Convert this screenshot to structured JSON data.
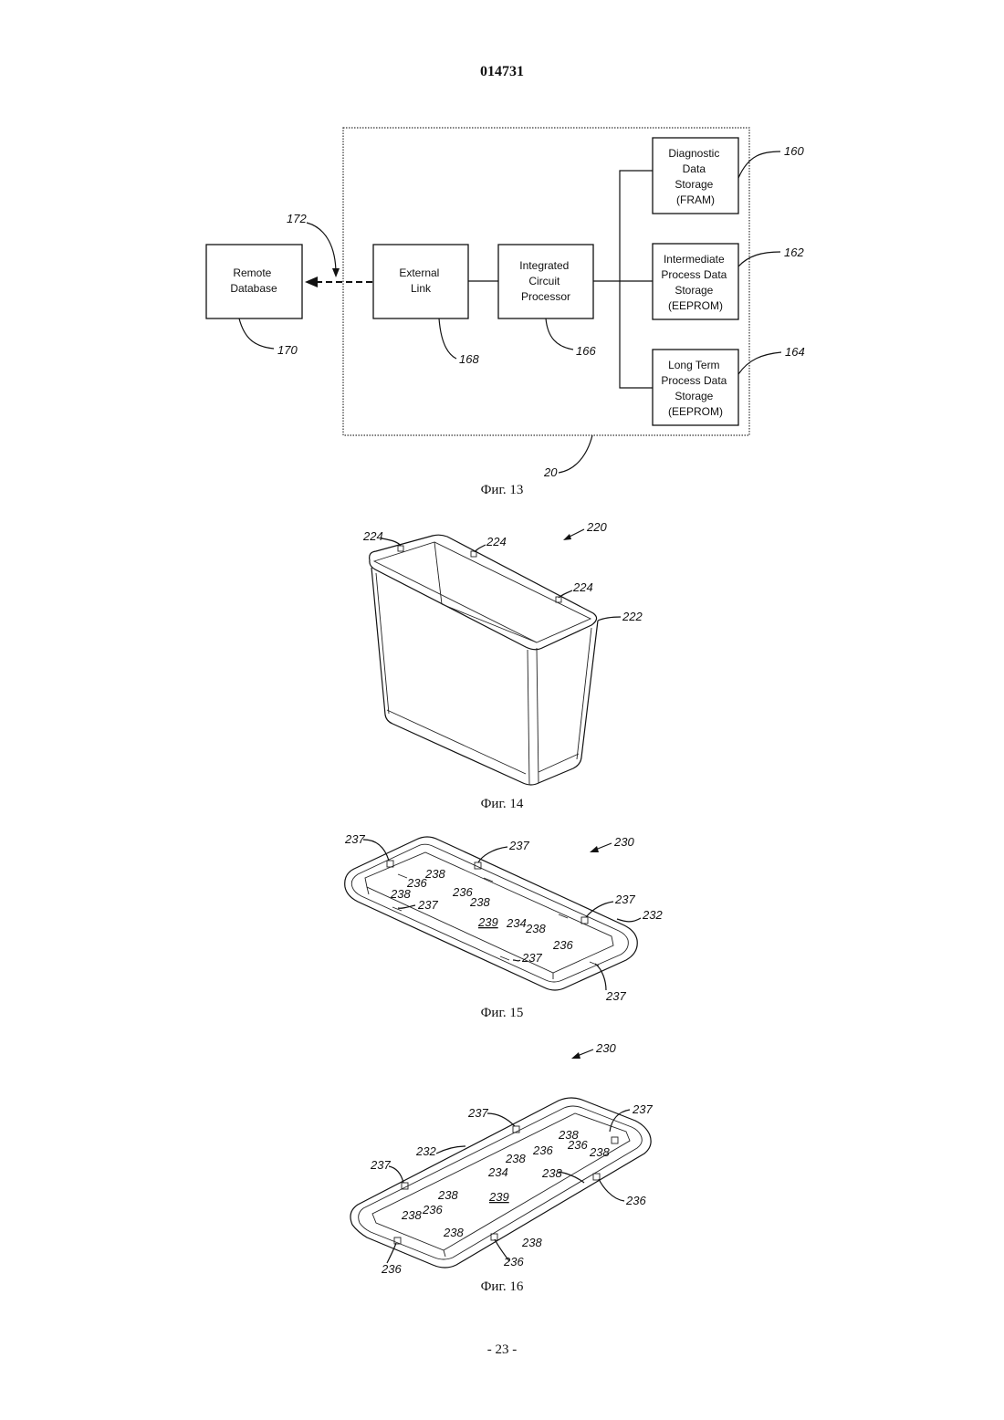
{
  "header": {
    "doc_number": "014731"
  },
  "footer": {
    "page_number": "- 23 -"
  },
  "figures": {
    "fig13": {
      "caption": "Фиг. 13",
      "boxes": {
        "remote_database": [
          "Remote",
          "Database"
        ],
        "external_link": [
          "External",
          "Link"
        ],
        "processor": [
          "Integrated",
          "Circuit",
          "Processor"
        ],
        "diagnostic": [
          "Diagnostic",
          "Data",
          "Storage",
          "(FRAM)"
        ],
        "intermediate": [
          "Intermediate",
          "Process Data",
          "Storage",
          "(EEPROM)"
        ],
        "long_term": [
          "Long Term",
          "Process Data",
          "Storage",
          "(EEPROM)"
        ]
      },
      "refs": {
        "r160": "160",
        "r162": "162",
        "r164": "164",
        "r166": "166",
        "r168": "168",
        "r170": "170",
        "r172": "172",
        "r20": "20"
      }
    },
    "fig14": {
      "caption": "Фиг. 14",
      "refs": {
        "r220": "220",
        "r222": "222",
        "r224": "224"
      }
    },
    "fig15": {
      "caption": "Фиг. 15",
      "refs": {
        "r230": "230",
        "r232": "232",
        "r234": "234",
        "r236": "236",
        "r237": "237",
        "r238": "238",
        "r239": "239"
      }
    },
    "fig16": {
      "caption": "Фиг. 16",
      "refs": {
        "r230": "230",
        "r232": "232",
        "r234": "234",
        "r236": "236",
        "r237": "237",
        "r238": "238",
        "r239": "239"
      }
    }
  }
}
